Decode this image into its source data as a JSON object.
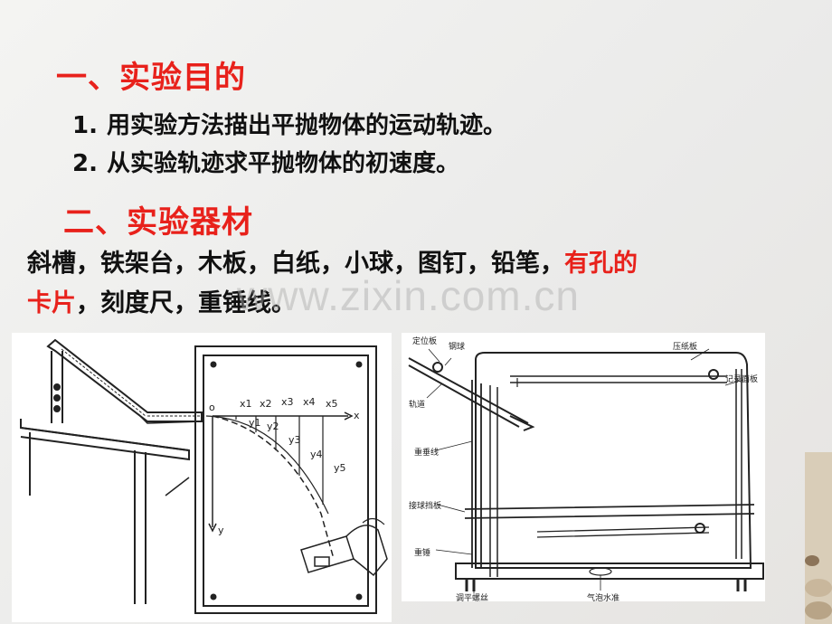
{
  "section1": {
    "title": "一、实验目的",
    "items": [
      {
        "num": "1.",
        "text": "用实验方法描出平抛物体的运动轨迹。"
      },
      {
        "num": "2.",
        "text": "从实验轨迹求平抛物体的初速度。"
      }
    ]
  },
  "section2": {
    "title": "二、实验器材",
    "materials_black": "斜槽，铁架台，木板，白纸，小球，图钉，铅笔，",
    "materials_red": "有孔的卡片",
    "materials_tail": "，刻度尺，重锤线。"
  },
  "watermark": "www.zixin.com.cn",
  "figure1": {
    "origin": "o",
    "x_axis": "x",
    "y_axis": "y",
    "x_labels": [
      "x1",
      "x2",
      "x3",
      "x4",
      "x5"
    ],
    "y_labels": [
      "y1",
      "y2",
      "y3",
      "y4",
      "y5"
    ]
  },
  "figure2": {
    "labels": {
      "positioning_plate": "定位板",
      "steel_ball": "钢球",
      "track": "轨道",
      "plumb_line": "重垂线",
      "catch_plate": "接球挡板",
      "weight": "重锤",
      "leveling_screw": "调平螺丝",
      "press_plate": "压纸板",
      "record_board": "记录面板",
      "bubble_level": "气泡水准"
    }
  },
  "colors": {
    "accent": "#e8211b",
    "text": "#111111"
  }
}
